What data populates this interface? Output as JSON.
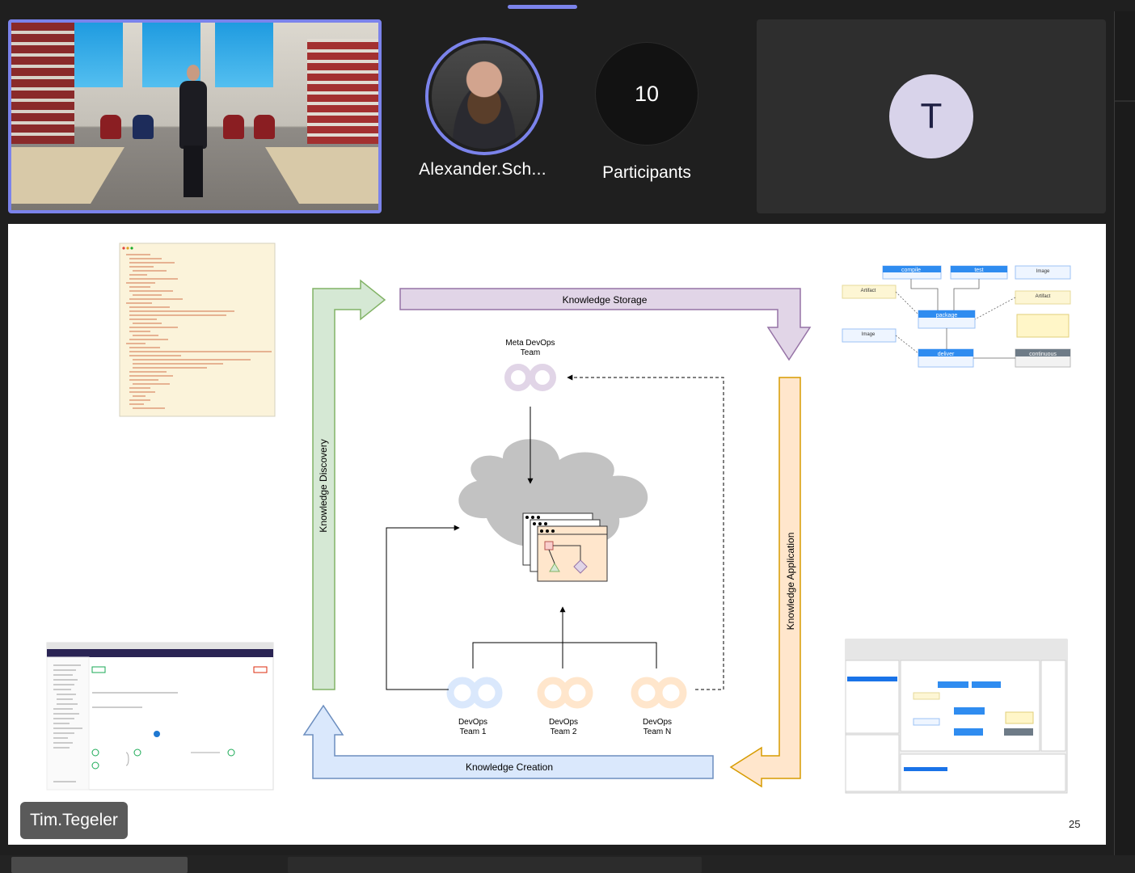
{
  "meeting": {
    "participants_strip": {
      "speaker": {
        "name": "Alexander.Sch..."
      },
      "participants": {
        "count": "10",
        "label": "Participants"
      },
      "other_avatar": {
        "initial": "T"
      }
    },
    "presenter": {
      "name": "Tim.Tegeler"
    },
    "accent_color": "#7b83eb"
  },
  "slide": {
    "page_number": "25",
    "labels": {
      "knowledge_storage": "Knowledge Storage",
      "knowledge_discovery": "Knowledge Discovery",
      "knowledge_application": "Knowledge Application",
      "knowledge_creation": "Knowledge Creation",
      "meta_team_line1": "Meta DevOps",
      "meta_team_line2": "Team",
      "team1_line1": "DevOps",
      "team1_line2": "Team 1",
      "team2_line1": "DevOps",
      "team2_line2": "Team 2",
      "teamn_line1": "DevOps",
      "teamn_line2": "Team N"
    },
    "pipeline_diagram": {
      "nodes": [
        "compile",
        "test",
        "package",
        "deliver",
        "continuous"
      ],
      "fields": [
        "Image",
        "Artifact",
        "Artifact",
        "Image"
      ]
    },
    "colors": {
      "storage": "#e1d5e7",
      "discovery": "#d5e8d4",
      "application": "#ffe6cc",
      "creation": "#dae8fc",
      "cloud": "#c2c2c2"
    }
  }
}
